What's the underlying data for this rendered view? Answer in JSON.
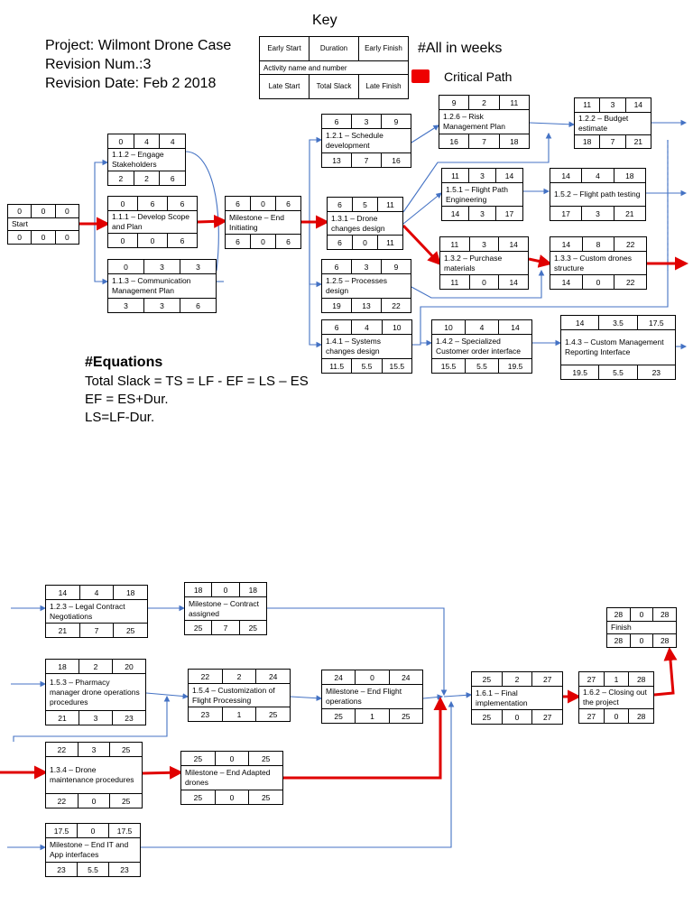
{
  "header": {
    "project": "Project: Wilmont Drone Case",
    "revision": "Revision Num.:3",
    "date": "Revision Date: Feb 2 2018"
  },
  "key": {
    "title": "Key",
    "early_start": "Early Start",
    "duration": "Duration",
    "early_finish": "Early Finish",
    "activity": "Activity name and number",
    "late_start": "Late Start",
    "total_slack": "Total Slack",
    "late_finish": "Late Finish"
  },
  "note": "#All in weeks",
  "legend": {
    "critical_label": "Critical Path",
    "critical_color": "#e00000",
    "link_color": "#4472c4"
  },
  "equations": {
    "heading": "#Equations",
    "lines": [
      "Total Slack = TS = LF - EF = LS – ES",
      "EF = ES+Dur.",
      "LS=LF-Dur."
    ]
  },
  "nodes": {
    "start": {
      "es": "0",
      "dur": "0",
      "ef": "0",
      "name": "Start",
      "ls": "0",
      "ts": "0",
      "lf": "0"
    },
    "n112": {
      "es": "0",
      "dur": "4",
      "ef": "4",
      "name": "1.1.2 – Engage Stakeholders",
      "ls": "2",
      "ts": "2",
      "lf": "6"
    },
    "n111": {
      "es": "0",
      "dur": "6",
      "ef": "6",
      "name": "1.1.1 – Develop Scope and Plan",
      "ls": "0",
      "ts": "0",
      "lf": "6"
    },
    "n113": {
      "es": "0",
      "dur": "3",
      "ef": "3",
      "name": "1.1.3 – Communication Management Plan",
      "ls": "3",
      "ts": "3",
      "lf": "6"
    },
    "ms1": {
      "es": "6",
      "dur": "0",
      "ef": "6",
      "name": "Milestone – End Initiating",
      "ls": "6",
      "ts": "0",
      "lf": "6"
    },
    "n121": {
      "es": "6",
      "dur": "3",
      "ef": "9",
      "name": "1.2.1 – Schedule development",
      "ls": "13",
      "ts": "7",
      "lf": "16"
    },
    "n126": {
      "es": "9",
      "dur": "2",
      "ef": "11",
      "name": "1.2.6 – Risk Management Plan",
      "ls": "16",
      "ts": "7",
      "lf": "18"
    },
    "n122": {
      "es": "11",
      "dur": "3",
      "ef": "14",
      "name": "1.2.2 – Budget estimate",
      "ls": "18",
      "ts": "7",
      "lf": "21"
    },
    "n131": {
      "es": "6",
      "dur": "5",
      "ef": "11",
      "name": "1.3.1 – Drone changes design",
      "ls": "6",
      "ts": "0",
      "lf": "11"
    },
    "n151": {
      "es": "11",
      "dur": "3",
      "ef": "14",
      "name": "1.5.1 – Flight Path Engineering",
      "ls": "14",
      "ts": "3",
      "lf": "17"
    },
    "n152": {
      "es": "14",
      "dur": "4",
      "ef": "18",
      "name": "1.5.2 – Flight path testing",
      "ls": "17",
      "ts": "3",
      "lf": "21"
    },
    "n132": {
      "es": "11",
      "dur": "3",
      "ef": "14",
      "name": "1.3.2 – Purchase materials",
      "ls": "11",
      "ts": "0",
      "lf": "14"
    },
    "n133": {
      "es": "14",
      "dur": "8",
      "ef": "22",
      "name": "1.3.3 – Custom drones structure",
      "ls": "14",
      "ts": "0",
      "lf": "22"
    },
    "n125": {
      "es": "6",
      "dur": "3",
      "ef": "9",
      "name": "1.2.5 – Processes design",
      "ls": "19",
      "ts": "13",
      "lf": "22"
    },
    "n141": {
      "es": "6",
      "dur": "4",
      "ef": "10",
      "name": "1.4.1 – Systems changes design",
      "ls": "11.5",
      "ts": "5.5",
      "lf": "15.5"
    },
    "n142": {
      "es": "10",
      "dur": "4",
      "ef": "14",
      "name": "1.4.2 – Specialized Customer order interface",
      "ls": "15.5",
      "ts": "5.5",
      "lf": "19.5"
    },
    "n143": {
      "es": "14",
      "dur": "3.5",
      "ef": "17.5",
      "name": "1.4.3 – Custom Management Reporting Interface",
      "ls": "19.5",
      "ts": "5.5",
      "lf": "23"
    },
    "n123": {
      "es": "14",
      "dur": "4",
      "ef": "18",
      "name": "1.2.3 – Legal Contract Negotiations",
      "ls": "21",
      "ts": "7",
      "lf": "25"
    },
    "ms_ca": {
      "es": "18",
      "dur": "0",
      "ef": "18",
      "name": "Milestone – Contract assigned",
      "ls": "25",
      "ts": "7",
      "lf": "25"
    },
    "n153": {
      "es": "18",
      "dur": "2",
      "ef": "20",
      "name": "1.5.3 – Pharmacy manager drone operations procedures",
      "ls": "21",
      "ts": "3",
      "lf": "23"
    },
    "n154": {
      "es": "22",
      "dur": "2",
      "ef": "24",
      "name": "1.5.4 – Customization of Flight Processing",
      "ls": "23",
      "ts": "1",
      "lf": "25"
    },
    "ms_fo": {
      "es": "24",
      "dur": "0",
      "ef": "24",
      "name": "Milestone – End Flight operations",
      "ls": "25",
      "ts": "1",
      "lf": "25"
    },
    "n134": {
      "es": "22",
      "dur": "3",
      "ef": "25",
      "name": "1.3.4 – Drone maintenance procedures",
      "ls": "22",
      "ts": "0",
      "lf": "25"
    },
    "ms_ad": {
      "es": "25",
      "dur": "0",
      "ef": "25",
      "name": "Milestone – End Adapted drones",
      "ls": "25",
      "ts": "0",
      "lf": "25"
    },
    "ms_it": {
      "es": "17.5",
      "dur": "0",
      "ef": "17.5",
      "name": "Milestone – End IT and App interfaces",
      "ls": "23",
      "ts": "5.5",
      "lf": "23"
    },
    "n161": {
      "es": "25",
      "dur": "2",
      "ef": "27",
      "name": "1.6.1 – Final implementation",
      "ls": "25",
      "ts": "0",
      "lf": "27"
    },
    "n162": {
      "es": "27",
      "dur": "1",
      "ef": "28",
      "name": "1.6.2 – Closing out the project",
      "ls": "27",
      "ts": "0",
      "lf": "28"
    },
    "finish": {
      "es": "28",
      "dur": "0",
      "ef": "28",
      "name": "Finish",
      "ls": "28",
      "ts": "0",
      "lf": "28"
    }
  }
}
